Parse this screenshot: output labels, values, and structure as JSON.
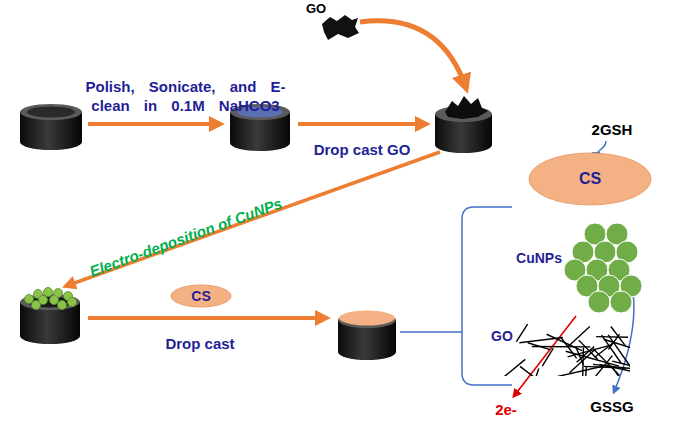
{
  "diagram": {
    "nodes": [
      {
        "text": [
          "GO"
        ]
      },
      {
        "text": [
          "CS"
        ]
      },
      {
        "text": [
          "CS"
        ]
      },
      {
        "text": [
          "CuNPs"
        ]
      },
      {
        "text": [
          "GO"
        ]
      }
    ],
    "labels": [
      "Polish, Sonicate, and E-clean in 0.1M NaHCO3",
      "Drop cast GO",
      "Electro-deposition of CuNPs",
      "Drop cast",
      "2GSH",
      "GSSG",
      "2e-"
    ]
  }
}
